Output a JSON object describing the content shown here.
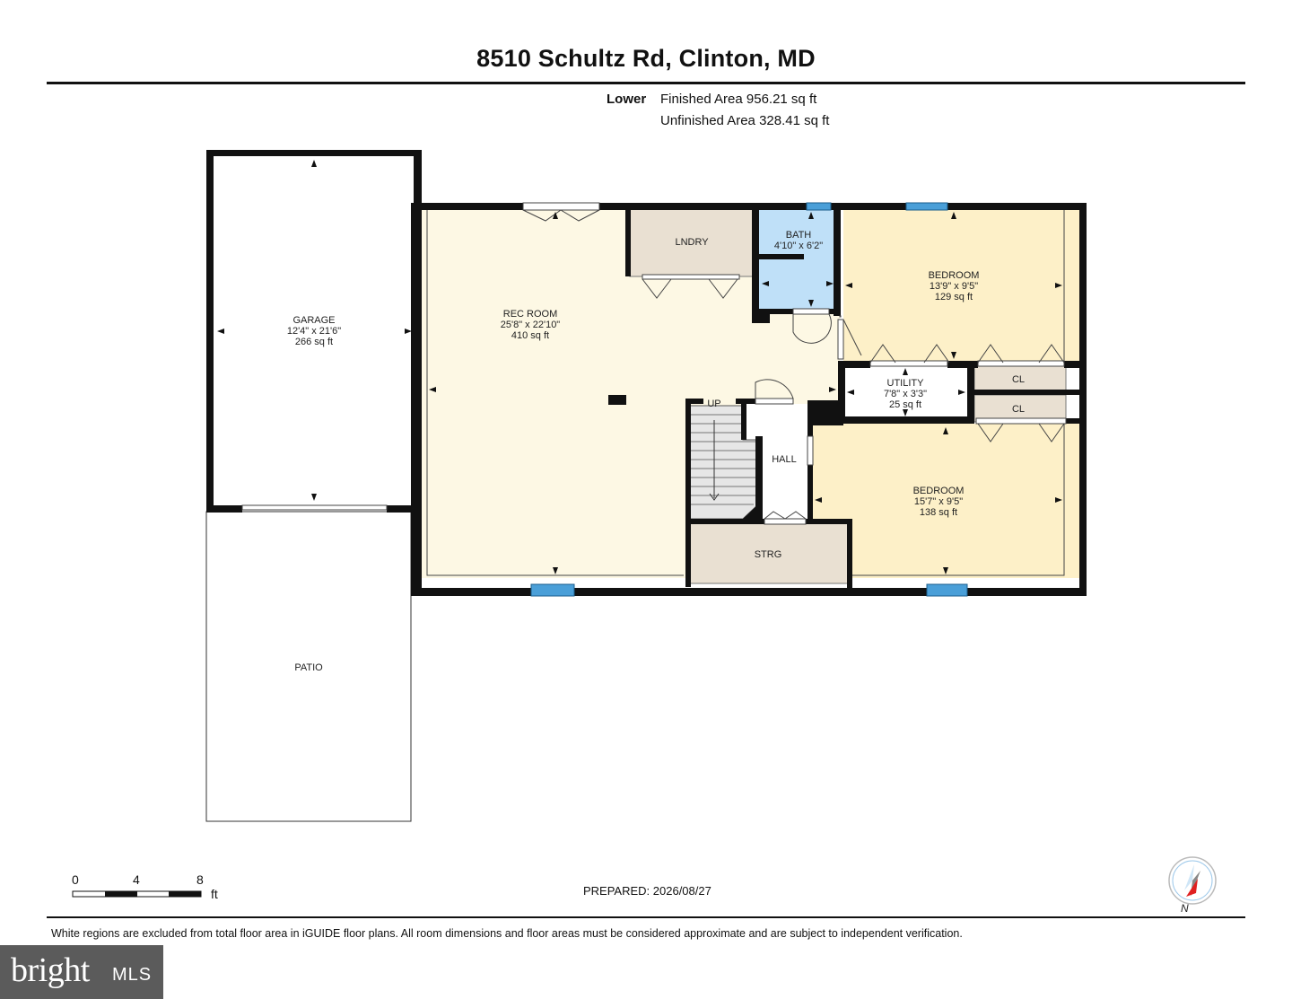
{
  "title": "8510 Schultz Rd, Clinton, MD",
  "level": "Lower",
  "finished_area": "Finished Area 956.21 sq ft",
  "unfinished_area": "Unfinished Area 328.41 sq ft",
  "rooms": {
    "garage": {
      "name": "GARAGE",
      "dims": "12'4\" x 21'6\"",
      "area": "266 sq ft"
    },
    "rec_room": {
      "name": "REC ROOM",
      "dims": "25'8\" x 22'10\"",
      "area": "410 sq ft"
    },
    "laundry": {
      "name": "LNDRY"
    },
    "bath": {
      "name": "BATH",
      "dims": "4'10\" x 6'2\""
    },
    "bedroom1": {
      "name": "BEDROOM",
      "dims": "13'9\" x 9'5\"",
      "area": "129 sq ft"
    },
    "utility": {
      "name": "UTILITY",
      "dims": "7'8\" x 3'3\"",
      "area": "25 sq ft"
    },
    "closet1": {
      "name": "CL"
    },
    "closet2": {
      "name": "CL"
    },
    "hall": {
      "name": "HALL"
    },
    "stairs": {
      "name": "UP"
    },
    "bedroom2": {
      "name": "BEDROOM",
      "dims": "15'7\" x 9'5\"",
      "area": "138 sq ft"
    },
    "storage": {
      "name": "STRG"
    },
    "patio": {
      "name": "PATIO"
    }
  },
  "scale": {
    "ticks": [
      "0",
      "4",
      "8"
    ],
    "unit": "ft"
  },
  "prepared": "PREPARED: 2026/08/27",
  "compass_label": "N",
  "disclaimer": "White regions are excluded from total floor area in iGUIDE floor plans. All room dimensions and floor areas must be considered approximate and are subject to independent verification.",
  "logo": {
    "brand": "bright",
    "suffix": "MLS"
  },
  "colors": {
    "rec_room": "#fdf8e4",
    "bedroom": "#fdf0c8",
    "bath": "#bfe0f8",
    "laundry": "#e9e0d2",
    "window": "#4a9fd8",
    "wall": "#111111"
  }
}
